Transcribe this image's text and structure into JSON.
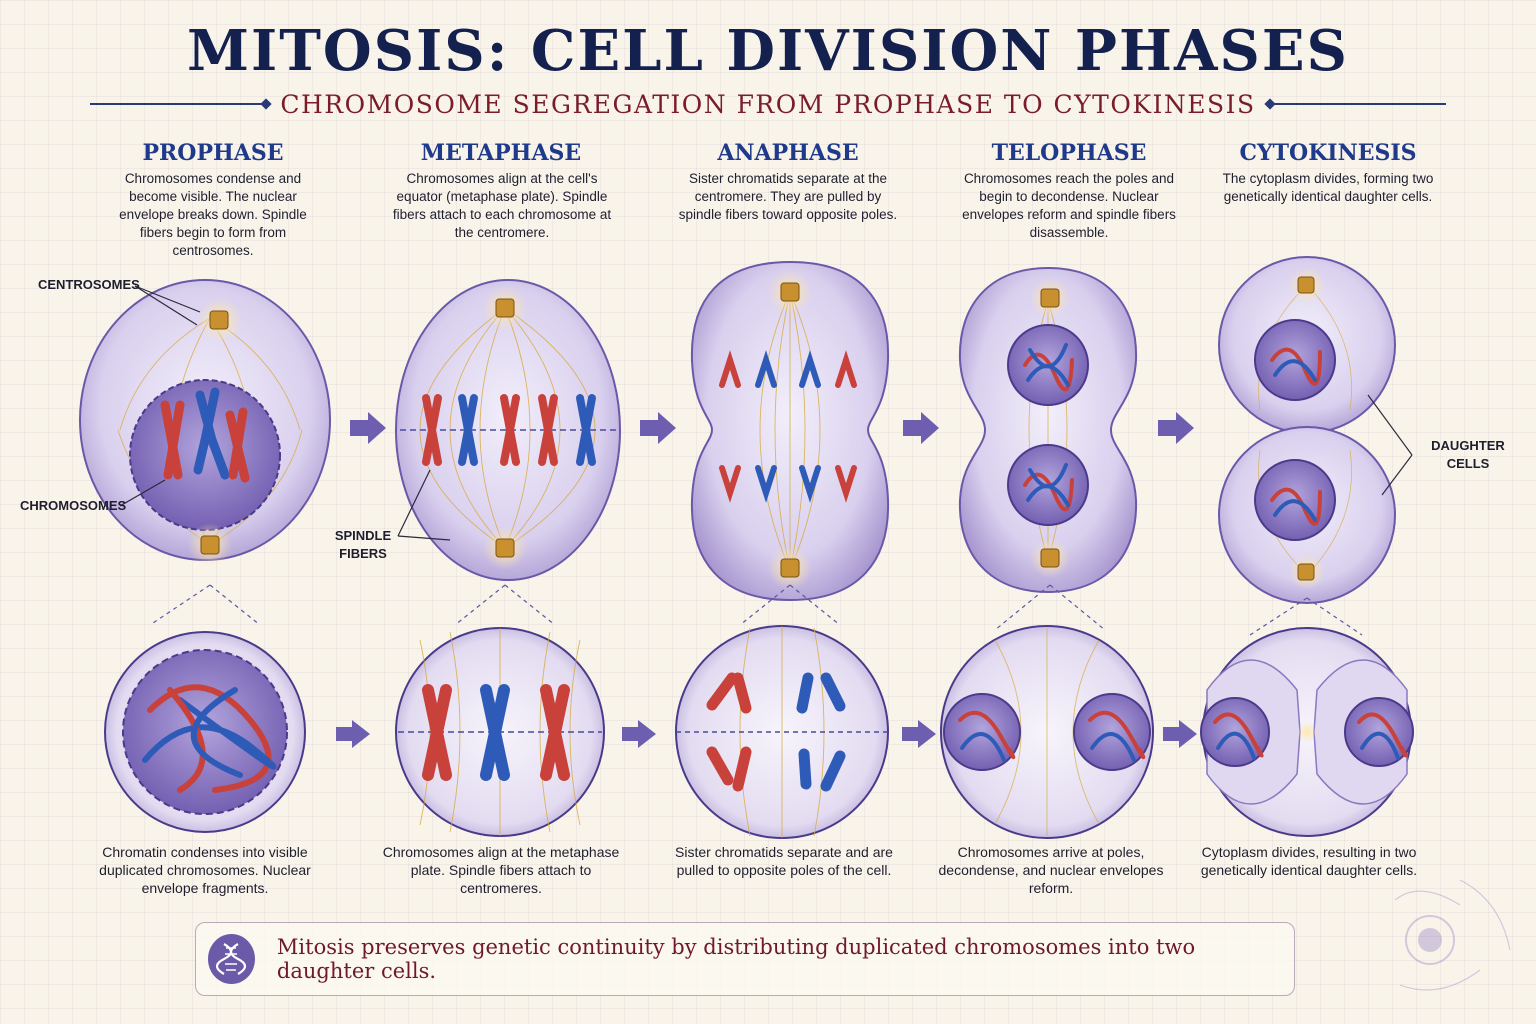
{
  "title": "MITOSIS: CELL DIVISION PHASES",
  "subtitle": "CHROMOSOME SEGREGATION FROM PROPHASE TO CYTOKINESIS",
  "phases": [
    {
      "name": "PROPHASE",
      "desc": "Chromosomes condense and become visible. The nuclear envelope breaks down. Spindle fibers begin to form from centrosomes.",
      "caption": "Chromatin condenses into visible duplicated chromosomes. Nuclear envelope fragments."
    },
    {
      "name": "METAPHASE",
      "desc": "Chromosomes align at the cell's equator (metaphase plate). Spindle fibers attach to each chromosome at the centromere.",
      "caption": "Chromosomes align at the metaphase plate. Spindle fibers attach to centromeres."
    },
    {
      "name": "ANAPHASE",
      "desc": "Sister chromatids separate at the centromere. They are pulled by spindle fibers toward opposite poles.",
      "caption": "Sister chromatids separate and are pulled to opposite poles of the cell."
    },
    {
      "name": "TELOPHASE",
      "desc": "Chromosomes reach the poles and begin to decondense. Nuclear envelopes reform and spindle fibers disassemble.",
      "caption": "Chromosomes arrive at poles, decondense, and nuclear envelopes reform."
    },
    {
      "name": "CYTOKINESIS",
      "desc": "The cytoplasm divides, forming two genetically identical daughter cells.",
      "caption": "Cytoplasm divides, resulting in two genetically identical daughter cells."
    }
  ],
  "labels": {
    "centrosomes": "CENTROSOMES",
    "chromosomes": "CHROMOSOMES",
    "spindle_line1": "SPINDLE",
    "spindle_line2": "FIBERS",
    "daughter_line1": "DAUGHTER",
    "daughter_line2": "CELLS"
  },
  "footer": {
    "icon": "dna-icon",
    "text": "Mitosis preserves genetic continuity by distributing duplicated chromosomes into two daughter cells."
  },
  "colors": {
    "title": "#14204e",
    "subtitle": "#7a1c2a",
    "phase_heading": "#1f3a8a",
    "cell_fill": "#d8d0ec",
    "nucleus_fill": "#8a78c0",
    "chromosome_red": "#c8413a",
    "chromosome_blue": "#2f5bb8",
    "spindle": "#d8a83a",
    "arrow": "#6e5eb0"
  }
}
